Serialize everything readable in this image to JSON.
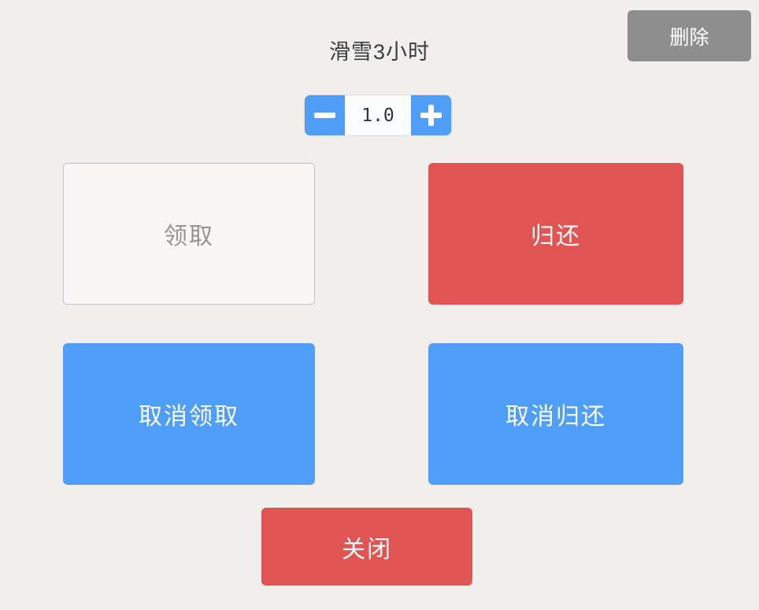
{
  "page": {
    "title": "滑雪3小时"
  },
  "toolbar": {
    "delete_label": "删除"
  },
  "stepper": {
    "value": "1.0",
    "decrease_icon": "minus-icon",
    "increase_icon": "plus-icon"
  },
  "actions": {
    "claim_label": "领取",
    "return_label": "归还",
    "cancel_claim_label": "取消领取",
    "cancel_return_label": "取消归还",
    "close_label": "关闭"
  },
  "colors": {
    "background": "#f0efee",
    "primary_blue": "#4f9ef8",
    "danger_red": "#e05454",
    "neutral_gray": "#8e8e8e",
    "disabled_button_bg": "#f8f7f6",
    "disabled_button_text": "#96948f",
    "title_text": "#3c3c3c"
  }
}
